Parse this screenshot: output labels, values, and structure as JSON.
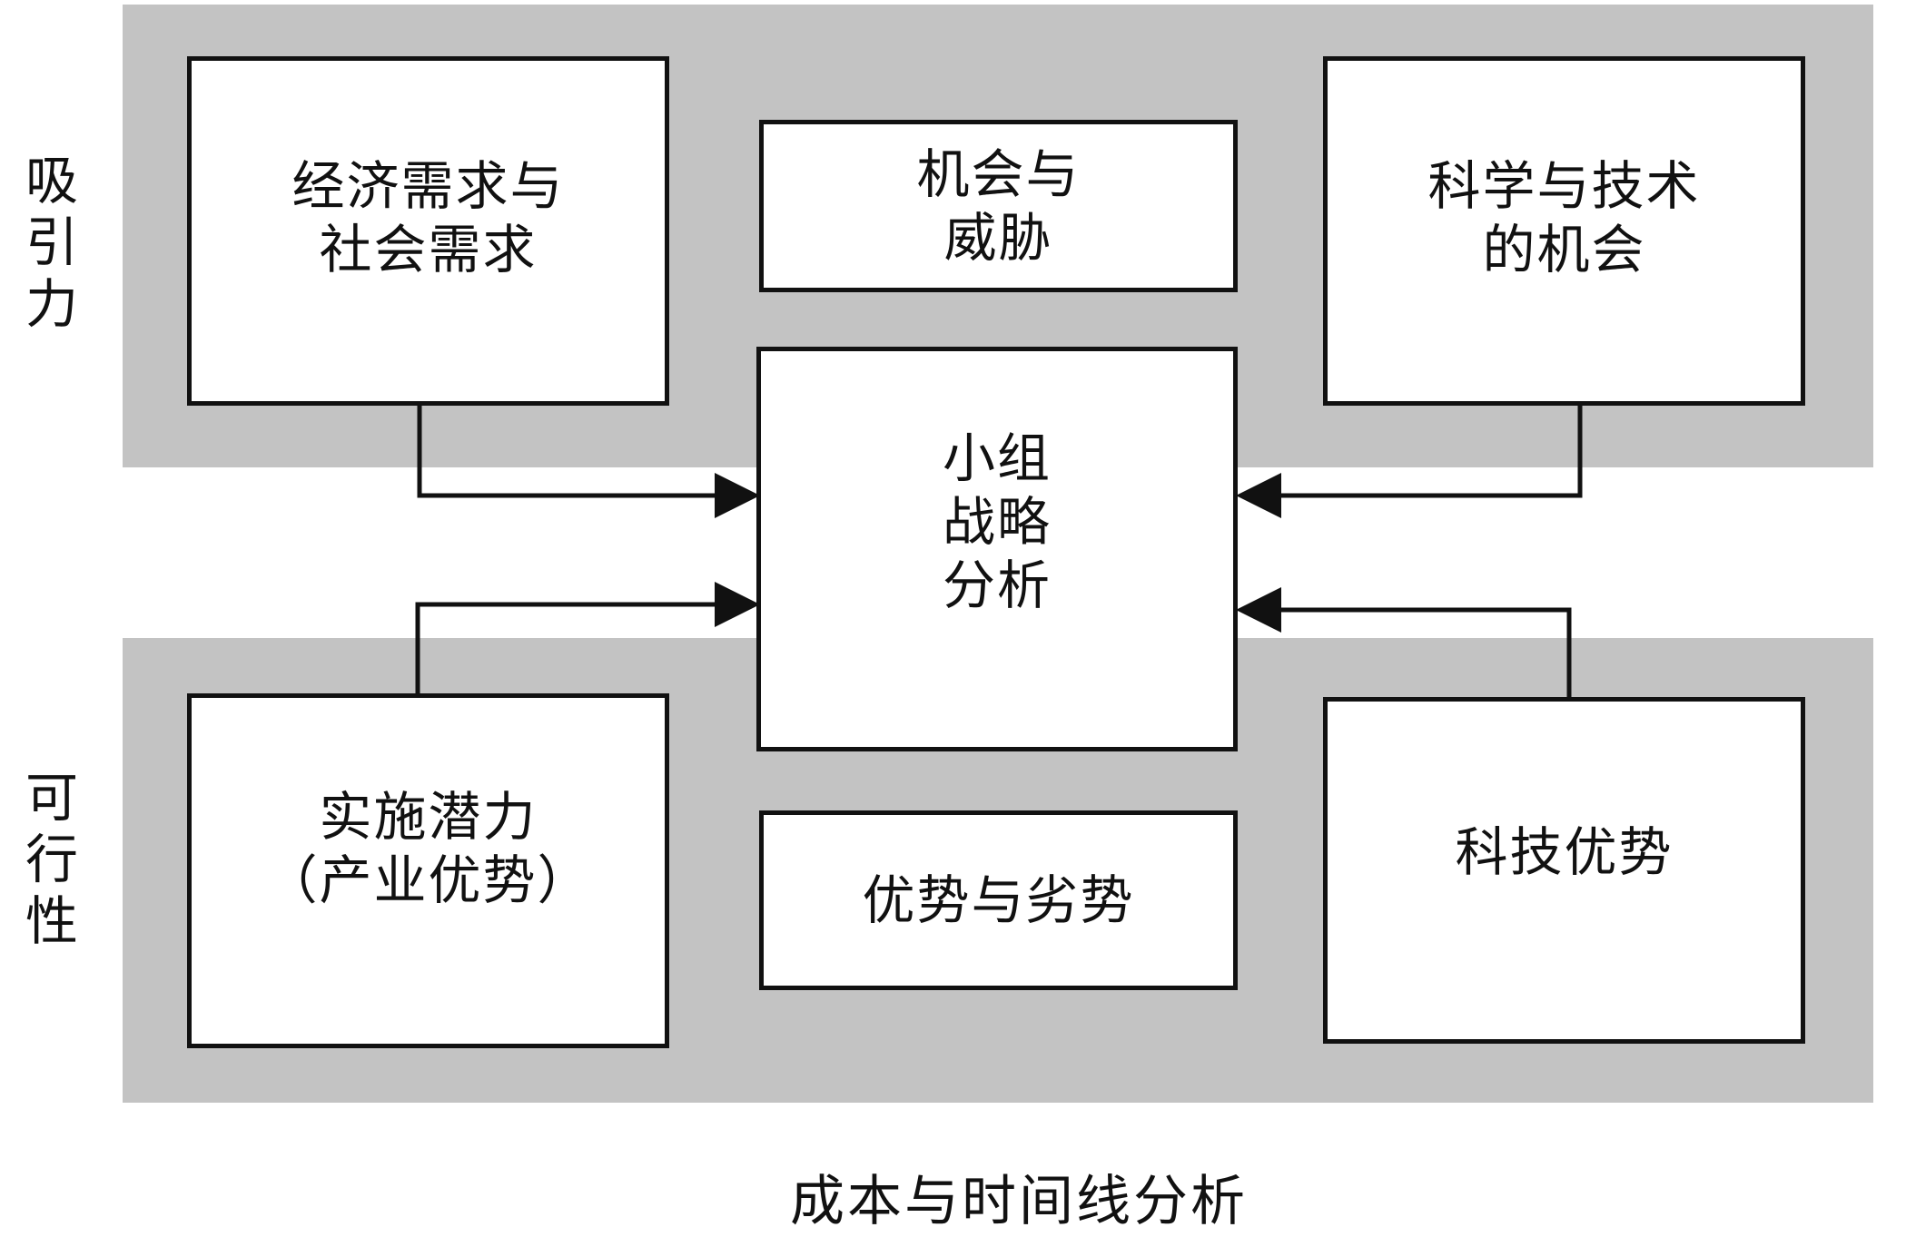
{
  "side_labels": {
    "top": [
      "吸",
      "引",
      "力"
    ],
    "bottom": [
      "可",
      "行",
      "性"
    ]
  },
  "boxes": {
    "econ": "经济需求与\n社会需求",
    "opportunity": "机会与\n威胁",
    "sci_tech": "科学与技术\n的机会",
    "center": "小组\n战略\n分析",
    "implement": "实施潜力\n（产业优势）",
    "strength": "优势与劣势",
    "tech_adv": "科技优势"
  },
  "caption": "成本与时间线分析"
}
